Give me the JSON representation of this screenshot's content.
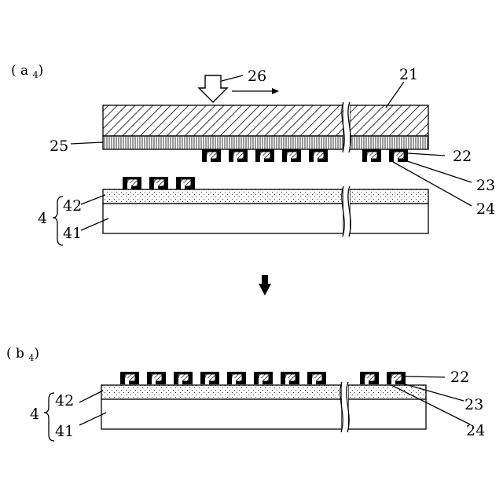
{
  "panel_a": {
    "label_main": "( a ",
    "label_sub": "4",
    "label_close": ")",
    "ref_21": "21",
    "ref_26": "26",
    "ref_25": "25",
    "ref_22": "22",
    "ref_23": "23",
    "ref_24": "24",
    "ref_4": "4",
    "ref_42": "42",
    "ref_41": "41"
  },
  "panel_b": {
    "label_main": "( b ",
    "label_sub": "4",
    "label_close": ")",
    "ref_22": "22",
    "ref_23": "23",
    "ref_24": "24",
    "ref_4": "4",
    "ref_42": "42",
    "ref_41": "41"
  },
  "colors": {
    "ink": "#000000",
    "background": "#ffffff"
  }
}
